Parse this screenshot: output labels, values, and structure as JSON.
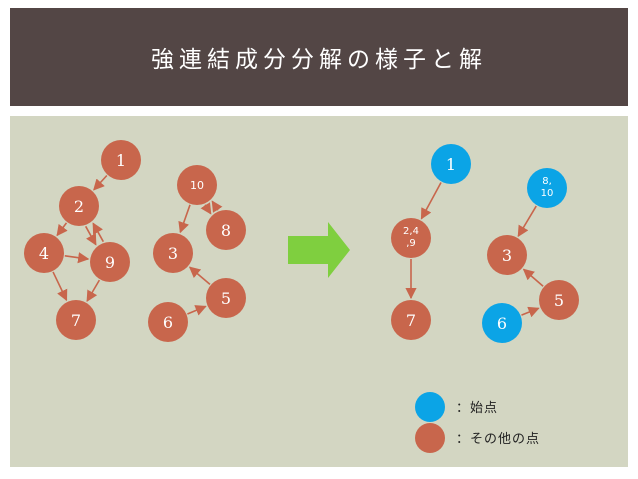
{
  "title": "強連結成分分解の様子と解",
  "colors": {
    "title_bg": "#534645",
    "area_bg": "#d3d6c2",
    "node_default": "#c8664c",
    "node_start": "#0ba4e6",
    "edge": "#c8664c",
    "arrow": "#7fcf3f"
  },
  "left_graph": {
    "nodes": [
      {
        "id": "1",
        "label": "1"
      },
      {
        "id": "2",
        "label": "2"
      },
      {
        "id": "4",
        "label": "4"
      },
      {
        "id": "9",
        "label": "9"
      },
      {
        "id": "7",
        "label": "7"
      },
      {
        "id": "10",
        "label": "10"
      },
      {
        "id": "8",
        "label": "8"
      },
      {
        "id": "3",
        "label": "3"
      },
      {
        "id": "5",
        "label": "5"
      },
      {
        "id": "6",
        "label": "6"
      }
    ],
    "edges": [
      {
        "from": "1",
        "to": "2"
      },
      {
        "from": "2",
        "to": "4"
      },
      {
        "from": "2",
        "to": "9"
      },
      {
        "from": "9",
        "to": "2"
      },
      {
        "from": "4",
        "to": "9"
      },
      {
        "from": "4",
        "to": "7"
      },
      {
        "from": "9",
        "to": "7"
      },
      {
        "from": "10",
        "to": "8"
      },
      {
        "from": "8",
        "to": "10"
      },
      {
        "from": "10",
        "to": "3"
      },
      {
        "from": "5",
        "to": "3"
      },
      {
        "from": "6",
        "to": "5"
      }
    ]
  },
  "right_graph": {
    "nodes": [
      {
        "id": "1",
        "label": "1",
        "type": "start"
      },
      {
        "id": "249",
        "label": "2,4,9",
        "label_lines": [
          "2,4",
          ",9"
        ],
        "type": "other"
      },
      {
        "id": "7",
        "label": "7",
        "type": "other"
      },
      {
        "id": "810",
        "label": "8,10",
        "label_lines": [
          "8,",
          "10"
        ],
        "type": "start"
      },
      {
        "id": "3",
        "label": "3",
        "type": "other"
      },
      {
        "id": "5",
        "label": "5",
        "type": "other"
      },
      {
        "id": "6",
        "label": "6",
        "type": "start"
      }
    ],
    "edges": [
      {
        "from": "1",
        "to": "249"
      },
      {
        "from": "249",
        "to": "7"
      },
      {
        "from": "810",
        "to": "3"
      },
      {
        "from": "5",
        "to": "3"
      },
      {
        "from": "6",
        "to": "5"
      }
    ]
  },
  "legend": [
    {
      "type": "start",
      "label": "：始点"
    },
    {
      "type": "other",
      "label": "：その他の点"
    }
  ]
}
